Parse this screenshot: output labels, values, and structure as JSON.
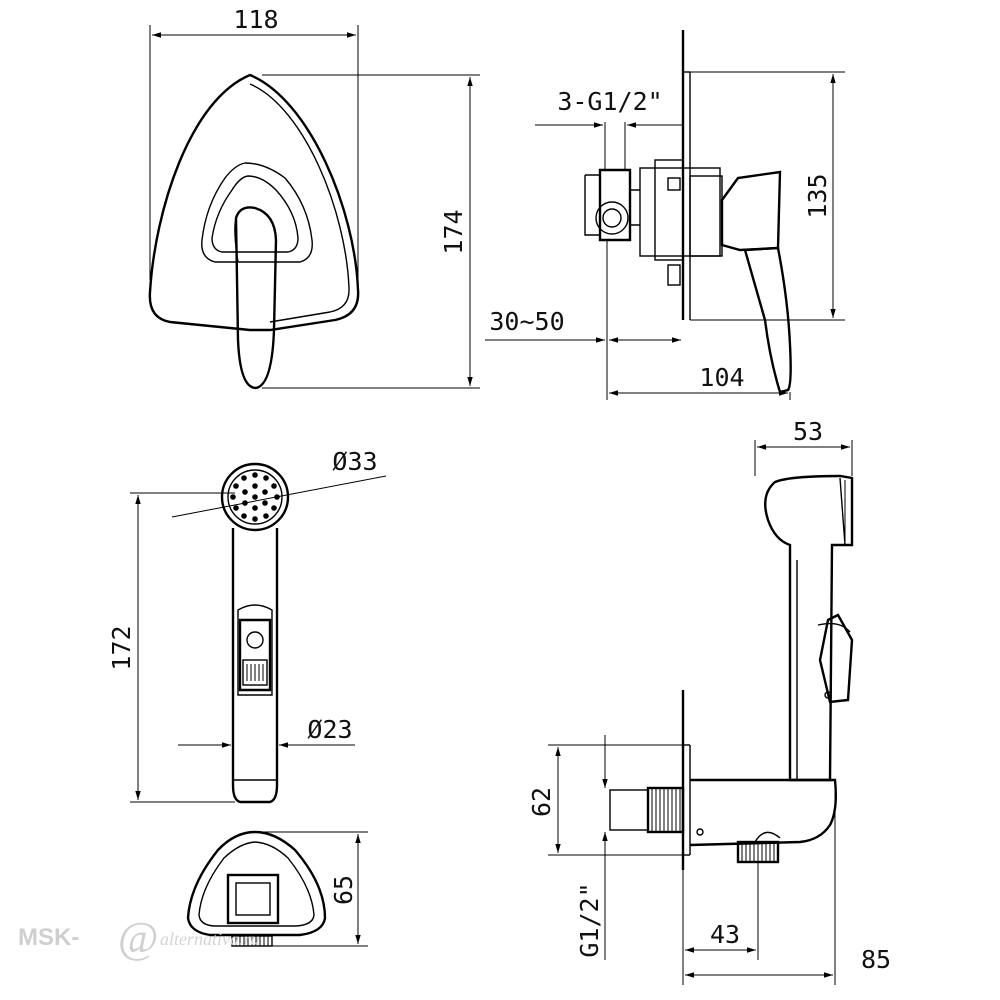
{
  "dimensions": {
    "d118": "118",
    "d174": "174",
    "d3g12": "3-G1/2\"",
    "d135": "135",
    "d3050": "30~50",
    "d104": "104",
    "d33": "Ø33",
    "d172": "172",
    "d23": "Ø23",
    "d65": "65",
    "d53": "53",
    "d62": "62",
    "dg12": "G1/2\"",
    "d43": "43",
    "d85": "85"
  },
  "watermark": {
    "brand": "MSK-",
    "sub": "alternativa.ru"
  },
  "colors": {
    "line": "#000000",
    "background": "#ffffff",
    "watermark": "#cfcfcf"
  }
}
